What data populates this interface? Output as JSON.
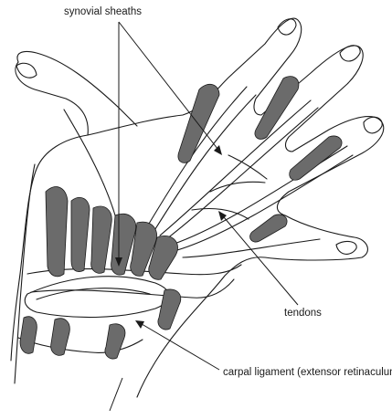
{
  "labels": {
    "synovial_sheaths": "synovial sheaths",
    "tendons": "tendons",
    "carpal_ligament": "carpal ligament (extensor retinaculum)"
  },
  "colors": {
    "outline": "#1a1a1a",
    "sheath_fill": "#6b6b6b",
    "background": "#ffffff"
  }
}
